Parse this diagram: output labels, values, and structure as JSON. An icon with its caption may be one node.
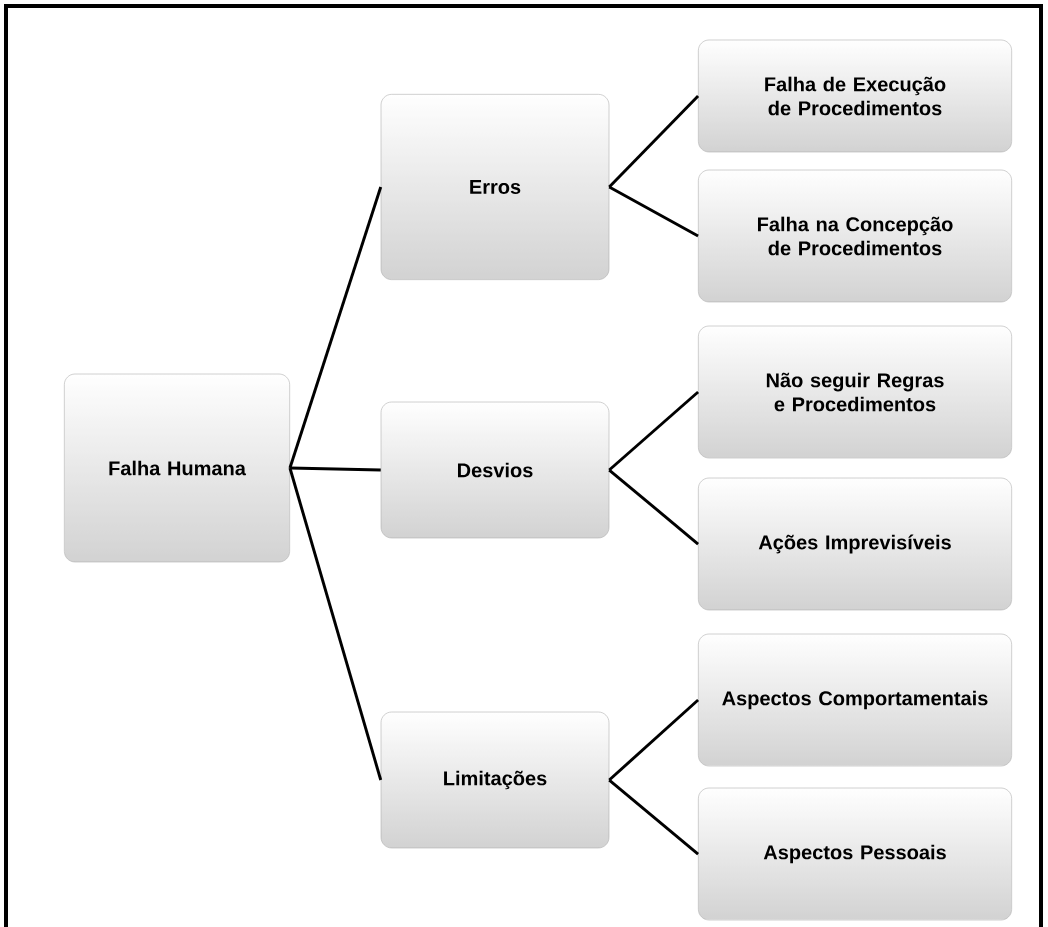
{
  "diagram": {
    "nodes": [
      {
        "text": [
          "Falha Humana"
        ]
      },
      {
        "text": [
          "Erros"
        ]
      },
      {
        "text": [
          "Falha de Execução de Procedimentos"
        ]
      },
      {
        "text": [
          "Falha na Concepção de Procedimentos"
        ]
      },
      {
        "text": [
          "Desvios"
        ]
      },
      {
        "text": [
          "Não seguir Regras e Procedimentos"
        ]
      },
      {
        "text": [
          "Ações Imprevisíveis"
        ]
      },
      {
        "text": [
          "Limitações"
        ]
      },
      {
        "text": [
          "Aspectos Comportamentais"
        ]
      },
      {
        "text": [
          "Aspectos Pessoais"
        ]
      }
    ],
    "edges": [
      {
        "from": 0,
        "to": 1,
        "arrow": "none"
      },
      {
        "from": 0,
        "to": 4,
        "arrow": "none"
      },
      {
        "from": 0,
        "to": 7,
        "arrow": "none"
      },
      {
        "from": 1,
        "to": 2,
        "arrow": "none"
      },
      {
        "from": 1,
        "to": 3,
        "arrow": "none"
      },
      {
        "from": 4,
        "to": 5,
        "arrow": "none"
      },
      {
        "from": 4,
        "to": 6,
        "arrow": "none"
      },
      {
        "from": 7,
        "to": 8,
        "arrow": "none"
      },
      {
        "from": 7,
        "to": 9,
        "arrow": "none"
      }
    ]
  }
}
